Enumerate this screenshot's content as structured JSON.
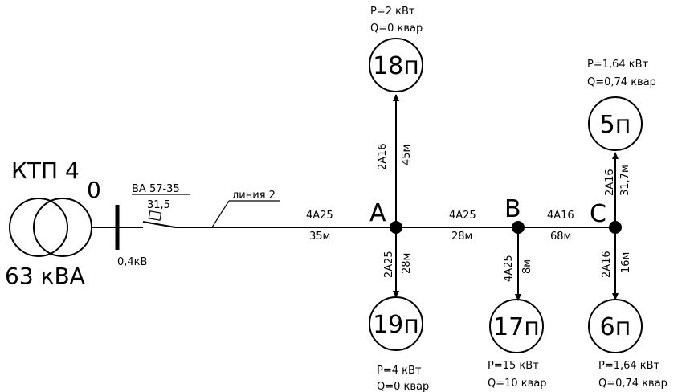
{
  "transformer": {
    "name": "КТП 4",
    "power": "63 кВА"
  },
  "bus": {
    "node_label": "0",
    "voltage": "0,4кВ"
  },
  "breaker": {
    "type": "ВА 57-35",
    "rating": "31,5"
  },
  "line_label": "линия 2",
  "nodes": {
    "a": "A",
    "b": "B",
    "c": "C"
  },
  "segments": {
    "o_a": {
      "cable": "4А25",
      "length": "35м"
    },
    "a_b": {
      "cable": "4А25",
      "length": "28м"
    },
    "b_c": {
      "cable": "4А16",
      "length": "68м"
    }
  },
  "branches": {
    "a_up": {
      "cable": "2А16",
      "length": "45м"
    },
    "a_down": {
      "cable": "2А25",
      "length": "28м"
    },
    "b_down": {
      "cable": "4А25",
      "length": "8м"
    },
    "c_up": {
      "cable": "2А16",
      "length": "31,7м"
    },
    "c_down": {
      "cable": "2А16",
      "length": "16м"
    }
  },
  "loads": {
    "l18": {
      "label": "18п",
      "p": "Р=2 кВт",
      "q": "Q=0 квар"
    },
    "l19": {
      "label": "19п",
      "p": "Р=4 кВт",
      "q": "Q=0 квар"
    },
    "l17": {
      "label": "17п",
      "p": "Р=15 кВт",
      "q": "Q=10 квар"
    },
    "l5": {
      "label": "5п",
      "p": "Р=1,64 кВт",
      "q": "Q=0,74 квар"
    },
    "l6": {
      "label": "6п",
      "p": "Р=1,64 кВт",
      "q": "Q=0,74 квар"
    }
  }
}
